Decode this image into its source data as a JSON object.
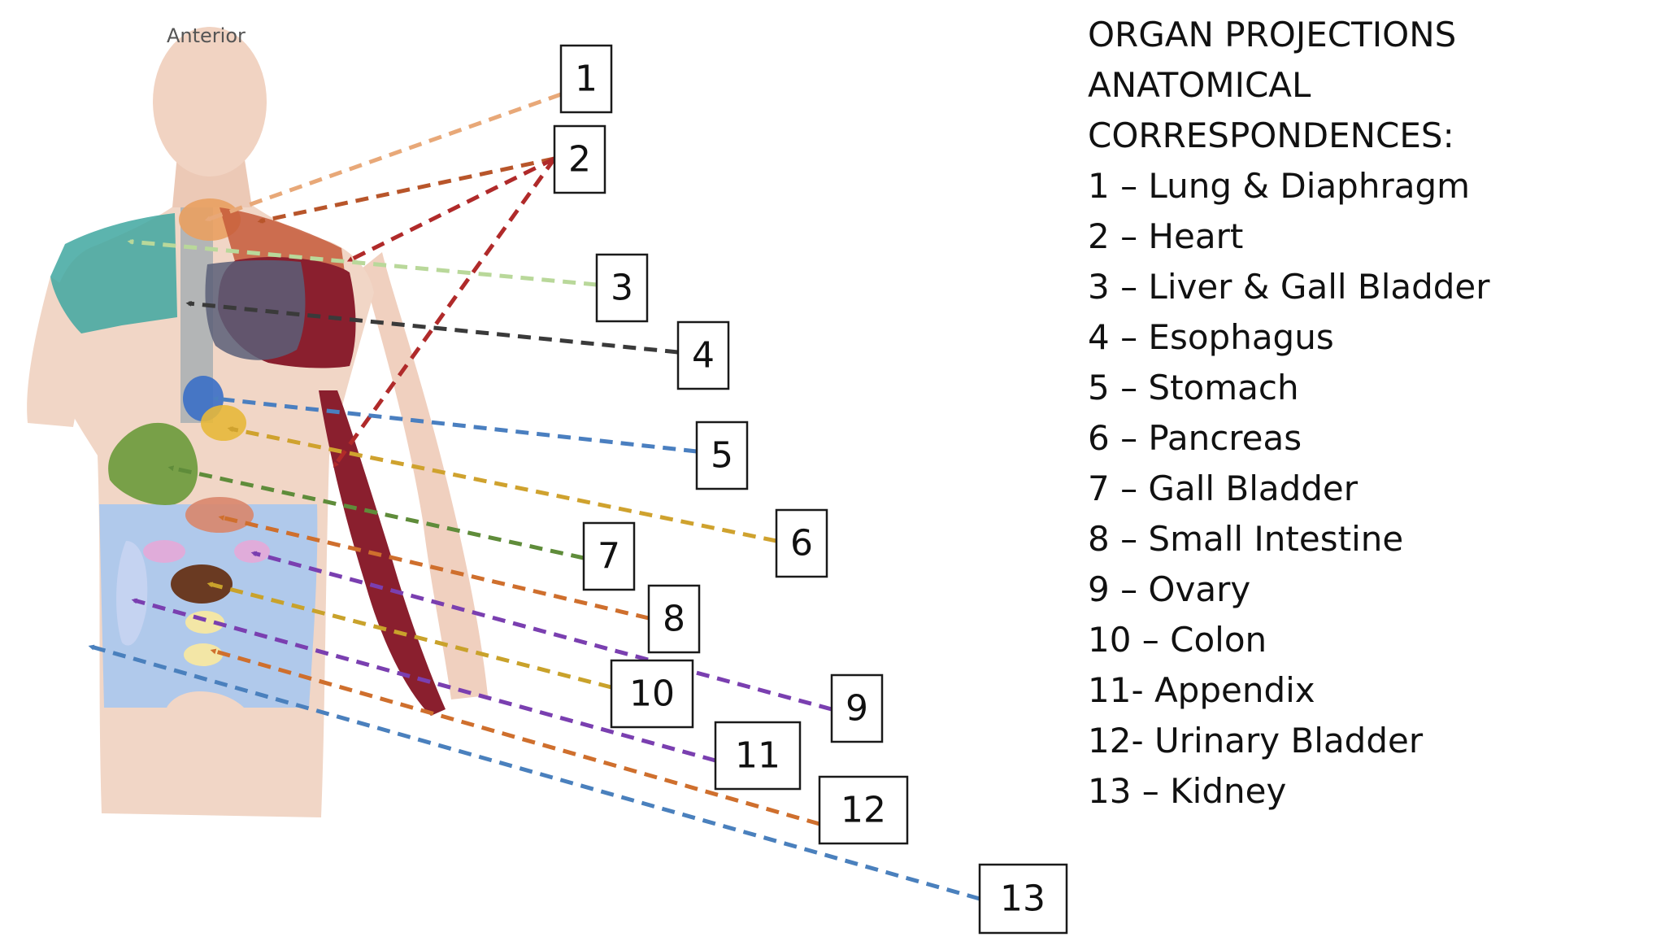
{
  "view_label": "Anterior",
  "legend": {
    "title_lines": [
      "ORGAN PROJECTIONS",
      "ANATOMICAL",
      "CORRESPONDENCES:"
    ],
    "items": [
      "1 – Lung & Diaphragm",
      "2 – Heart",
      "3 – Liver & Gall Bladder",
      "4 – Esophagus",
      "5 – Stomach",
      "6 – Pancreas",
      "7 – Gall Bladder",
      "8 – Small Intestine",
      "9 – Ovary",
      "10 – Colon",
      "11- Appendix",
      "12- Urinary Bladder",
      "13 – Kidney"
    ]
  },
  "boxes": [
    {
      "num": "1",
      "color": "#e8a878"
    },
    {
      "num": "2",
      "color": "#b8552a"
    },
    {
      "num": "3",
      "color": "#b9d89a"
    },
    {
      "num": "4",
      "color": "#3a3a3a"
    },
    {
      "num": "5",
      "color": "#4a7fc0"
    },
    {
      "num": "6",
      "color": "#cfa22e"
    },
    {
      "num": "7",
      "color": "#5f8c3a"
    },
    {
      "num": "8",
      "color": "#cf6f2d"
    },
    {
      "num": "9",
      "color": "#7a3fb0"
    },
    {
      "num": "10",
      "color": "#c9a22b"
    },
    {
      "num": "11",
      "color": "#7a3fb0"
    },
    {
      "num": "12",
      "color": "#cf6f2d"
    },
    {
      "num": "13",
      "color": "#4a80bd"
    }
  ]
}
